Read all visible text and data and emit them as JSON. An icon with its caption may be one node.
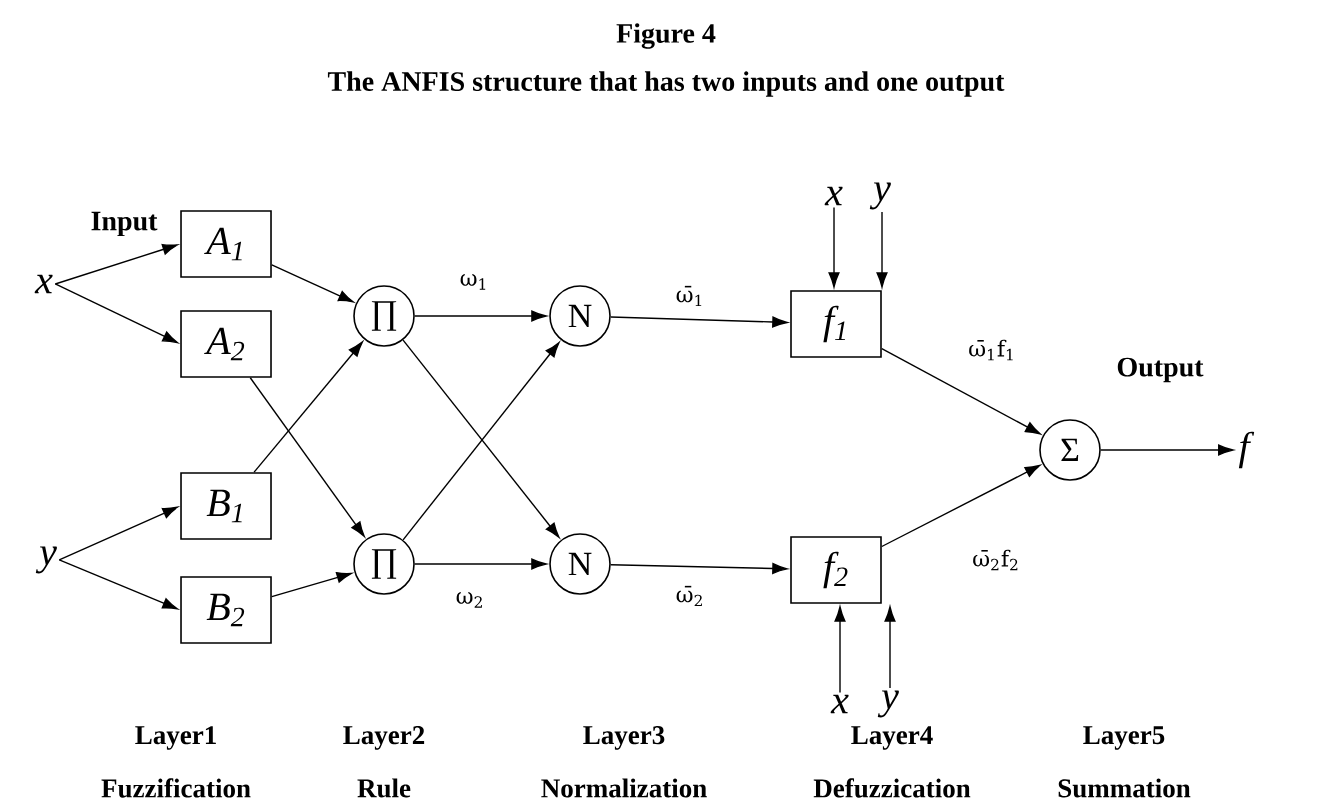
{
  "diagram": {
    "title": "Figure 4",
    "caption": "The ANFIS structure that has two inputs and one output",
    "nodes": [
      {
        "text": [
          "x"
        ]
      },
      {
        "text": [
          "y"
        ]
      },
      {
        "text": [
          "A$_{1}$"
        ]
      },
      {
        "text": [
          "A$_{2}$"
        ]
      },
      {
        "text": [
          "B$_{1}$"
        ]
      },
      {
        "text": [
          "B$_{2}$"
        ]
      },
      {
        "text": [
          "∏"
        ]
      },
      {
        "text": [
          "∏"
        ]
      },
      {
        "text": [
          "N"
        ]
      },
      {
        "text": [
          "N"
        ]
      },
      {
        "text": [
          "f$_{1}$"
        ]
      },
      {
        "text": [
          "f$_{2}$"
        ]
      },
      {
        "text": [
          "Σ"
        ]
      },
      {
        "text": [
          "f"
        ]
      },
      {
        "text": [
          "x"
        ]
      },
      {
        "text": [
          "y"
        ]
      },
      {
        "text": [
          "x"
        ]
      },
      {
        "text": [
          "y"
        ]
      }
    ],
    "edges": [
      {
        "from": 0,
        "to": 2,
        "arrow": "to"
      },
      {
        "from": 0,
        "to": 3,
        "arrow": "to"
      },
      {
        "from": 1,
        "to": 4,
        "arrow": "to"
      },
      {
        "from": 1,
        "to": 5,
        "arrow": "to"
      },
      {
        "from": 2,
        "to": 6,
        "arrow": "to"
      },
      {
        "from": 3,
        "to": 7,
        "arrow": "to"
      },
      {
        "from": 4,
        "to": 6,
        "arrow": "to"
      },
      {
        "from": 5,
        "to": 7,
        "arrow": "to"
      },
      {
        "from": 6,
        "to": 8,
        "arrow": "to",
        "label": "ω$_{1}$"
      },
      {
        "from": 6,
        "to": 9,
        "arrow": "to"
      },
      {
        "from": 7,
        "to": 8,
        "arrow": "to"
      },
      {
        "from": 7,
        "to": 9,
        "arrow": "to",
        "label": "ω$_{2}$"
      },
      {
        "from": 8,
        "to": 10,
        "arrow": "to",
        "label": "ω̄$_{1}$"
      },
      {
        "from": 9,
        "to": 11,
        "arrow": "to",
        "label": "ω̄$_{2}$"
      },
      {
        "from": 10,
        "to": 12,
        "arrow": "to",
        "label": "ω̄$_{1}$f$_{1}$"
      },
      {
        "from": 11,
        "to": 12,
        "arrow": "to",
        "label": "ω̄$_{2}$f$_{2}$"
      },
      {
        "from": 12,
        "to": 13,
        "arrow": "to"
      },
      {
        "from": 14,
        "to": 10,
        "arrow": "to"
      },
      {
        "from": 15,
        "to": 10,
        "arrow": "to"
      },
      {
        "from": 16,
        "to": 11,
        "arrow": "to"
      },
      {
        "from": 17,
        "to": 11,
        "arrow": "to"
      }
    ],
    "labels": [
      "Input",
      "Output",
      "Layer1",
      "Layer2",
      "Layer3",
      "Layer4",
      "Layer5",
      "Fuzzification",
      "Rule",
      "Normalization",
      "Defuzzication",
      "Summation"
    ]
  }
}
